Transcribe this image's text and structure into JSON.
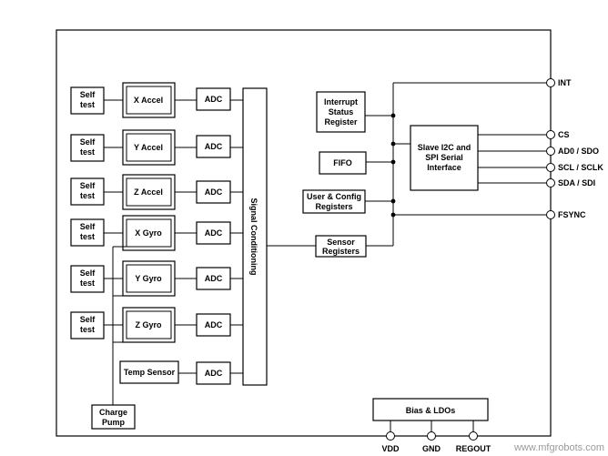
{
  "self_tests": [
    "Self test",
    "Self test",
    "Self test",
    "Self test",
    "Self test",
    "Self test"
  ],
  "sensors": [
    "X Accel",
    "Y Accel",
    "Z Accel",
    "X Gyro",
    "Y Gyro",
    "Z Gyro"
  ],
  "temp_sensor": "Temp Sensor",
  "adc_label": "ADC",
  "signal_conditioning": "Signal Conditioning",
  "sensor_registers": [
    "Sensor",
    "Registers"
  ],
  "interrupt_status": [
    "Interrupt",
    "Status",
    "Register"
  ],
  "fifo": "FIFO",
  "user_config": [
    "User & Config",
    "Registers"
  ],
  "serial_interface": [
    "Slave I2C and",
    "SPI Serial",
    "Interface"
  ],
  "charge_pump": [
    "Charge",
    "Pump"
  ],
  "bias_ldos": "Bias & LDOs",
  "pins_right": [
    "INT",
    "CS",
    "AD0 / SDO",
    "SCL / SCLK",
    "SDA / SDI",
    "FSYNC"
  ],
  "pins_bottom": [
    "VDD",
    "GND",
    "REGOUT"
  ],
  "watermark": "www.mfgrobots.com"
}
